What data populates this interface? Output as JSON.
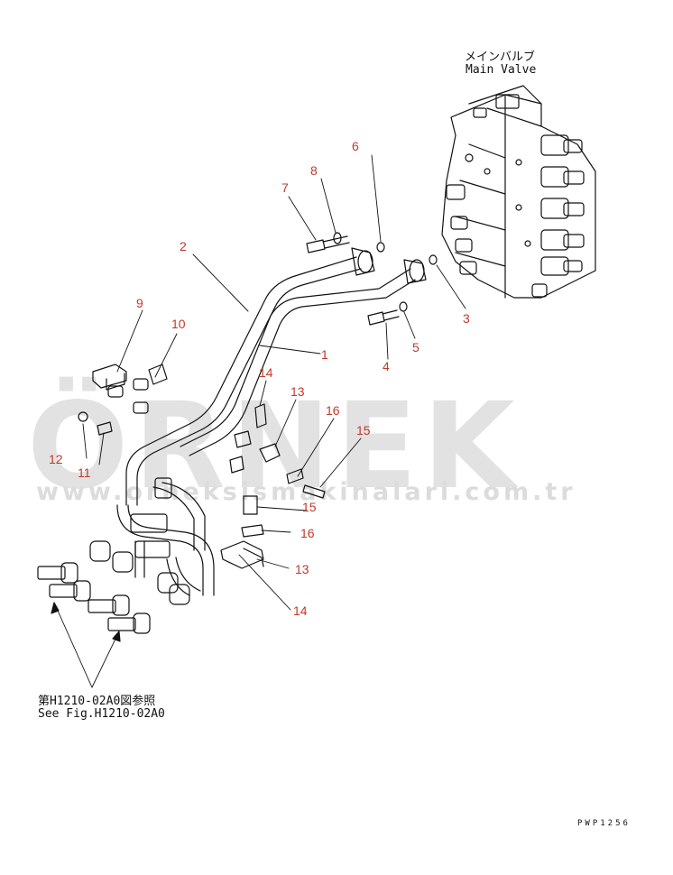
{
  "watermark": {
    "brand": "ÖRNEK",
    "url": "www.orneksismakinalari.com.tr"
  },
  "main_valve": {
    "label_jp": "メインバルブ",
    "label_en": "Main Valve"
  },
  "see_fig": {
    "jp": "第H1210-02A0図参照",
    "en": "See Fig.H1210-02A0"
  },
  "drawing_code": "PWP1256",
  "part_numbers": {
    "p1": "1",
    "p2": "2",
    "p3": "3",
    "p4": "4",
    "p5": "5",
    "p6": "6",
    "p7": "7",
    "p8": "8",
    "p9": "9",
    "p10": "10",
    "p11": "11",
    "p12": "12",
    "p13a": "13",
    "p13b": "13",
    "p14a": "14",
    "p14b": "14",
    "p15a": "15",
    "p15b": "15",
    "p16a": "16",
    "p16b": "16"
  }
}
